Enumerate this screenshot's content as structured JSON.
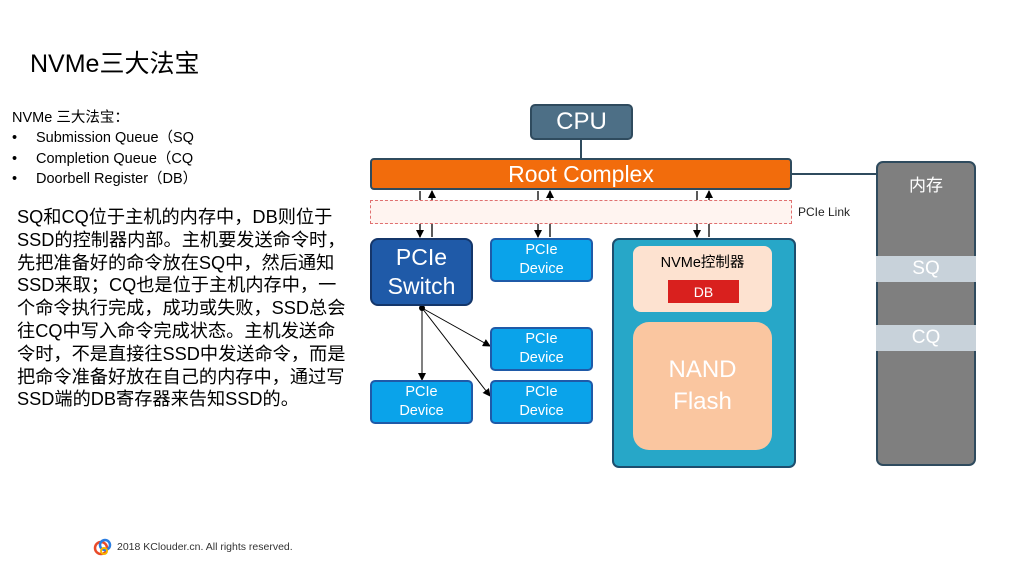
{
  "title": "NVMe三大法宝",
  "intro": "NVMe 三大法宝：",
  "bullets": [
    "Submission Queue（SQ",
    "Completion Queue（CQ",
    "Doorbell Register（DB）"
  ],
  "paragraph": "SQ和CQ位于主机的内存中，DB则位于SSD的控制器内部。主机要发送命令时，先把准备好的命令放在SQ中，然后通知SSD来取；CQ也是位于主机内存中，一个命令执行完成，成功或失败，SSD总会往CQ中写入命令完成状态。主机发送命令时，不是直接往SSD中发送命令，而是把命令准备好放在自己的内存中，通过写SSD端的DB寄存器来告知SSD的。",
  "diagram": {
    "cpu": "CPU",
    "root_complex": "Root Complex",
    "pcie_link": "PCIe Link",
    "switch_line1": "PCIe",
    "switch_line2": "Switch",
    "device_line1": "PCIe",
    "device_line2": "Device",
    "nvme_controller": "NVMe控制器",
    "db": "DB",
    "nand_line1": "NAND",
    "nand_line2": "Flash",
    "memory": "内存",
    "sq": "SQ",
    "cq": "CQ"
  },
  "footer": "2018 KClouder.cn. All rights reserved.",
  "colors": {
    "cpu": "#4d6f86",
    "root_complex": "#f26c0c",
    "switch": "#1f5aa8",
    "device": "#0aa3ea",
    "nvme": "#27a7c8",
    "db": "#d9201e",
    "nand": "#fac6a0",
    "memory": "#7f7f7f"
  }
}
